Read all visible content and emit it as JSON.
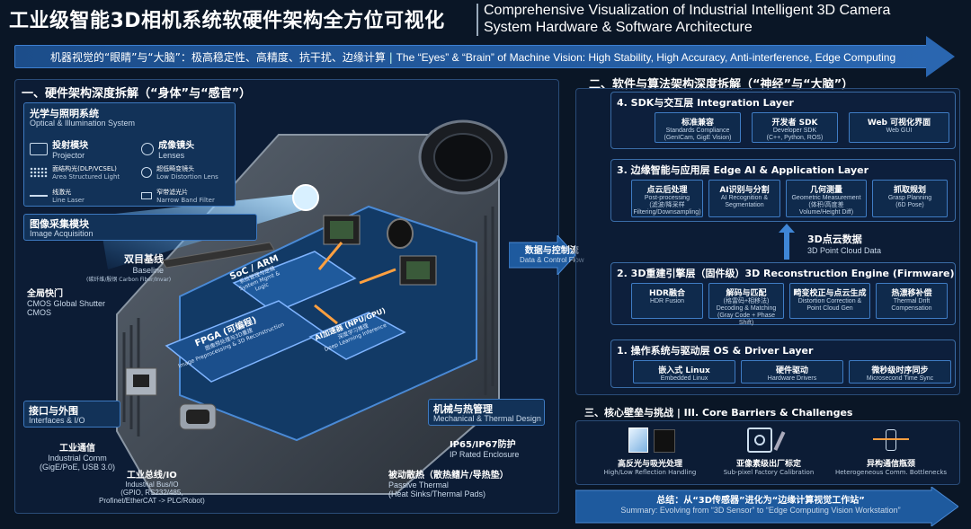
{
  "header": {
    "title_cn": "工业级智能3D相机系统软硬件架构全方位可视化",
    "title_en_1": "Comprehensive Visualization of Industrial Intelligent 3D Camera",
    "title_en_2": "System Hardware & Software Architecture"
  },
  "banner": {
    "cn": "机器视觉的“眼睛”与“大脑”：极高稳定性、高精度、抗干扰、边缘计算",
    "en": "The “Eyes” & “Brain” of Machine Vision: High Stability, High Accuracy, Anti-interference, Edge Computing"
  },
  "hardware": {
    "title": "一、硬件架构深度拆解（“身体”与“感官”）",
    "optical": {
      "title_cn": "光学与照明系统",
      "title_en": "Optical & Illumination System",
      "items": [
        {
          "cn": "投射模块",
          "en": "Projector"
        },
        {
          "cn": "成像镜头",
          "en": "Lenses"
        },
        {
          "cn": "面结构光(DLP/VCSEL)",
          "en": "Area Structured Light"
        },
        {
          "cn": "超低畸变镜头",
          "en": "Low Distortion Lens"
        },
        {
          "cn": "线激光",
          "en": "Line Laser"
        },
        {
          "cn": "窄带滤光片",
          "en": "Narrow Band Filter"
        }
      ]
    },
    "acquisition": {
      "title_cn": "图像采集模块",
      "title_en": "Image Acquisition"
    },
    "baseline": {
      "cn": "双目基线",
      "en": "Baseline",
      "note": "(碳纤维/殷钢 Carbon Fiber/Invar)"
    },
    "shutter": {
      "cn": "全局快门",
      "en_1": "CMOS Global Shutter",
      "en_2": "CMOS"
    },
    "chips": {
      "soc_title": "SoC / ARM",
      "soc_sub": "系统管理与逻辑\nSystem Mgmt &\nLogic",
      "fpga_title": "FPGA (可编程)",
      "fpga_sub": "图像预处理与3D重建\nImage Preprocessing & 3D Reconstruction",
      "ai_title": "AI加速器 (NPU/GPU)",
      "ai_sub": "深度学习推理\nDeep Learning Inference"
    },
    "interfaces": {
      "title_cn": "接口与外围",
      "title_en": "Interfaces & I/O"
    },
    "comm": {
      "cn": "工业通信",
      "en_1": "Industrial Comm",
      "en_2": "(GigE/PoE, USB 3.0)"
    },
    "bus": {
      "cn": "工业总线/IO",
      "en_1": "Industrial Bus/IO",
      "en_2": "(GPIO, RS232/485,",
      "en_3": "Profinet/EtherCAT -> PLC/Robot)"
    },
    "mech": {
      "cn": "机械与热管理",
      "en": "Mechanical & Thermal Design"
    },
    "ip": {
      "cn": "IP65/IP67防护",
      "en": "IP Rated Enclosure"
    },
    "cooling": {
      "cn": "被动散热（散热鳍片/导热垫）",
      "en_1": "Passive Thermal",
      "en_2": "(Heat Sinks/Thermal Pads)"
    }
  },
  "flow": {
    "cn": "数据与控制流",
    "en": "Data & Control Flow"
  },
  "software": {
    "title": "二、软件与算法架构深度拆解（“神经”与“大脑”）",
    "layer4": {
      "title": "4. SDK与交互层 Integration Layer",
      "cells": [
        {
          "c1": "标准兼容",
          "c2": "Standards Compliance\n(GenICam, GigE Vision)"
        },
        {
          "c1": "开发者 SDK",
          "c2": "Developer SDK\n(C++, Python, ROS)"
        },
        {
          "c1": "Web 可视化界面",
          "c2": "Web GUI"
        }
      ]
    },
    "layer3": {
      "title": "3. 边缘智能与应用层 Edge AI & Application Layer",
      "cells": [
        {
          "c1": "点云后处理",
          "c2": "Post-processing\n(滤波/降采样\nFiltering/Downsampling)"
        },
        {
          "c1": "AI识别与分割",
          "c2": "AI Recognition &\nSegmentation"
        },
        {
          "c1": "几何测量",
          "c2": "Geometric Measurement\n(体积/高度差\nVolume/Height Diff)"
        },
        {
          "c1": "抓取规划",
          "c2": "Grasp Planning\n(6D Pose)"
        }
      ]
    },
    "pointcloud": {
      "cn": "3D点云数据",
      "en": "3D Point Cloud Data"
    },
    "layer2": {
      "title": "2. 3D重建引擎层（固件级）3D Reconstruction Engine (Firmware)",
      "cells": [
        {
          "c1": "HDR融合",
          "c2": "HDR Fusion"
        },
        {
          "c1": "解码与匹配",
          "c2": "(格雷码+相移法)\nDecoding & Matching\n(Gray Code + Phase Shift)"
        },
        {
          "c1": "畸变校正与点云生成",
          "c2": "Distortion Correction &\nPoint Cloud Gen"
        },
        {
          "c1": "热漂移补偿",
          "c2": "Thermal Drift\nCompensation"
        }
      ]
    },
    "layer1": {
      "title": "1. 操作系统与驱动层 OS & Driver Layer",
      "cells": [
        {
          "c1": "嵌入式 Linux",
          "c2": "Embedded Linux"
        },
        {
          "c1": "硬件驱动",
          "c2": "Hardware Drivers"
        },
        {
          "c1": "微秒级时序同步",
          "c2": "Microsecond Time Sync"
        }
      ]
    }
  },
  "barriers": {
    "title": "三、核心壁垒与挑战 | III. Core Barriers & Challenges",
    "items": [
      {
        "cn": "高反光与吸光处理",
        "en": "High/Low Reflection Handling"
      },
      {
        "cn": "亚像素级出厂标定",
        "en": "Sub-pixel Factory Calibration"
      },
      {
        "cn": "异构通信瓶颈",
        "en": "Heterogeneous Comm. Bottlenecks"
      }
    ]
  },
  "summary": {
    "cn": "总结：从“3D传感器”进化为“边缘计算视觉工作站”",
    "en": "Summary: Evolving from “3D Sensor” to “Edge Computing Vision Workstation”"
  },
  "colors": {
    "background": "#0a1626",
    "accent": "#2a66b0",
    "panel_border": "#3a6ca6",
    "chip_blue": "#1f5a9c"
  }
}
